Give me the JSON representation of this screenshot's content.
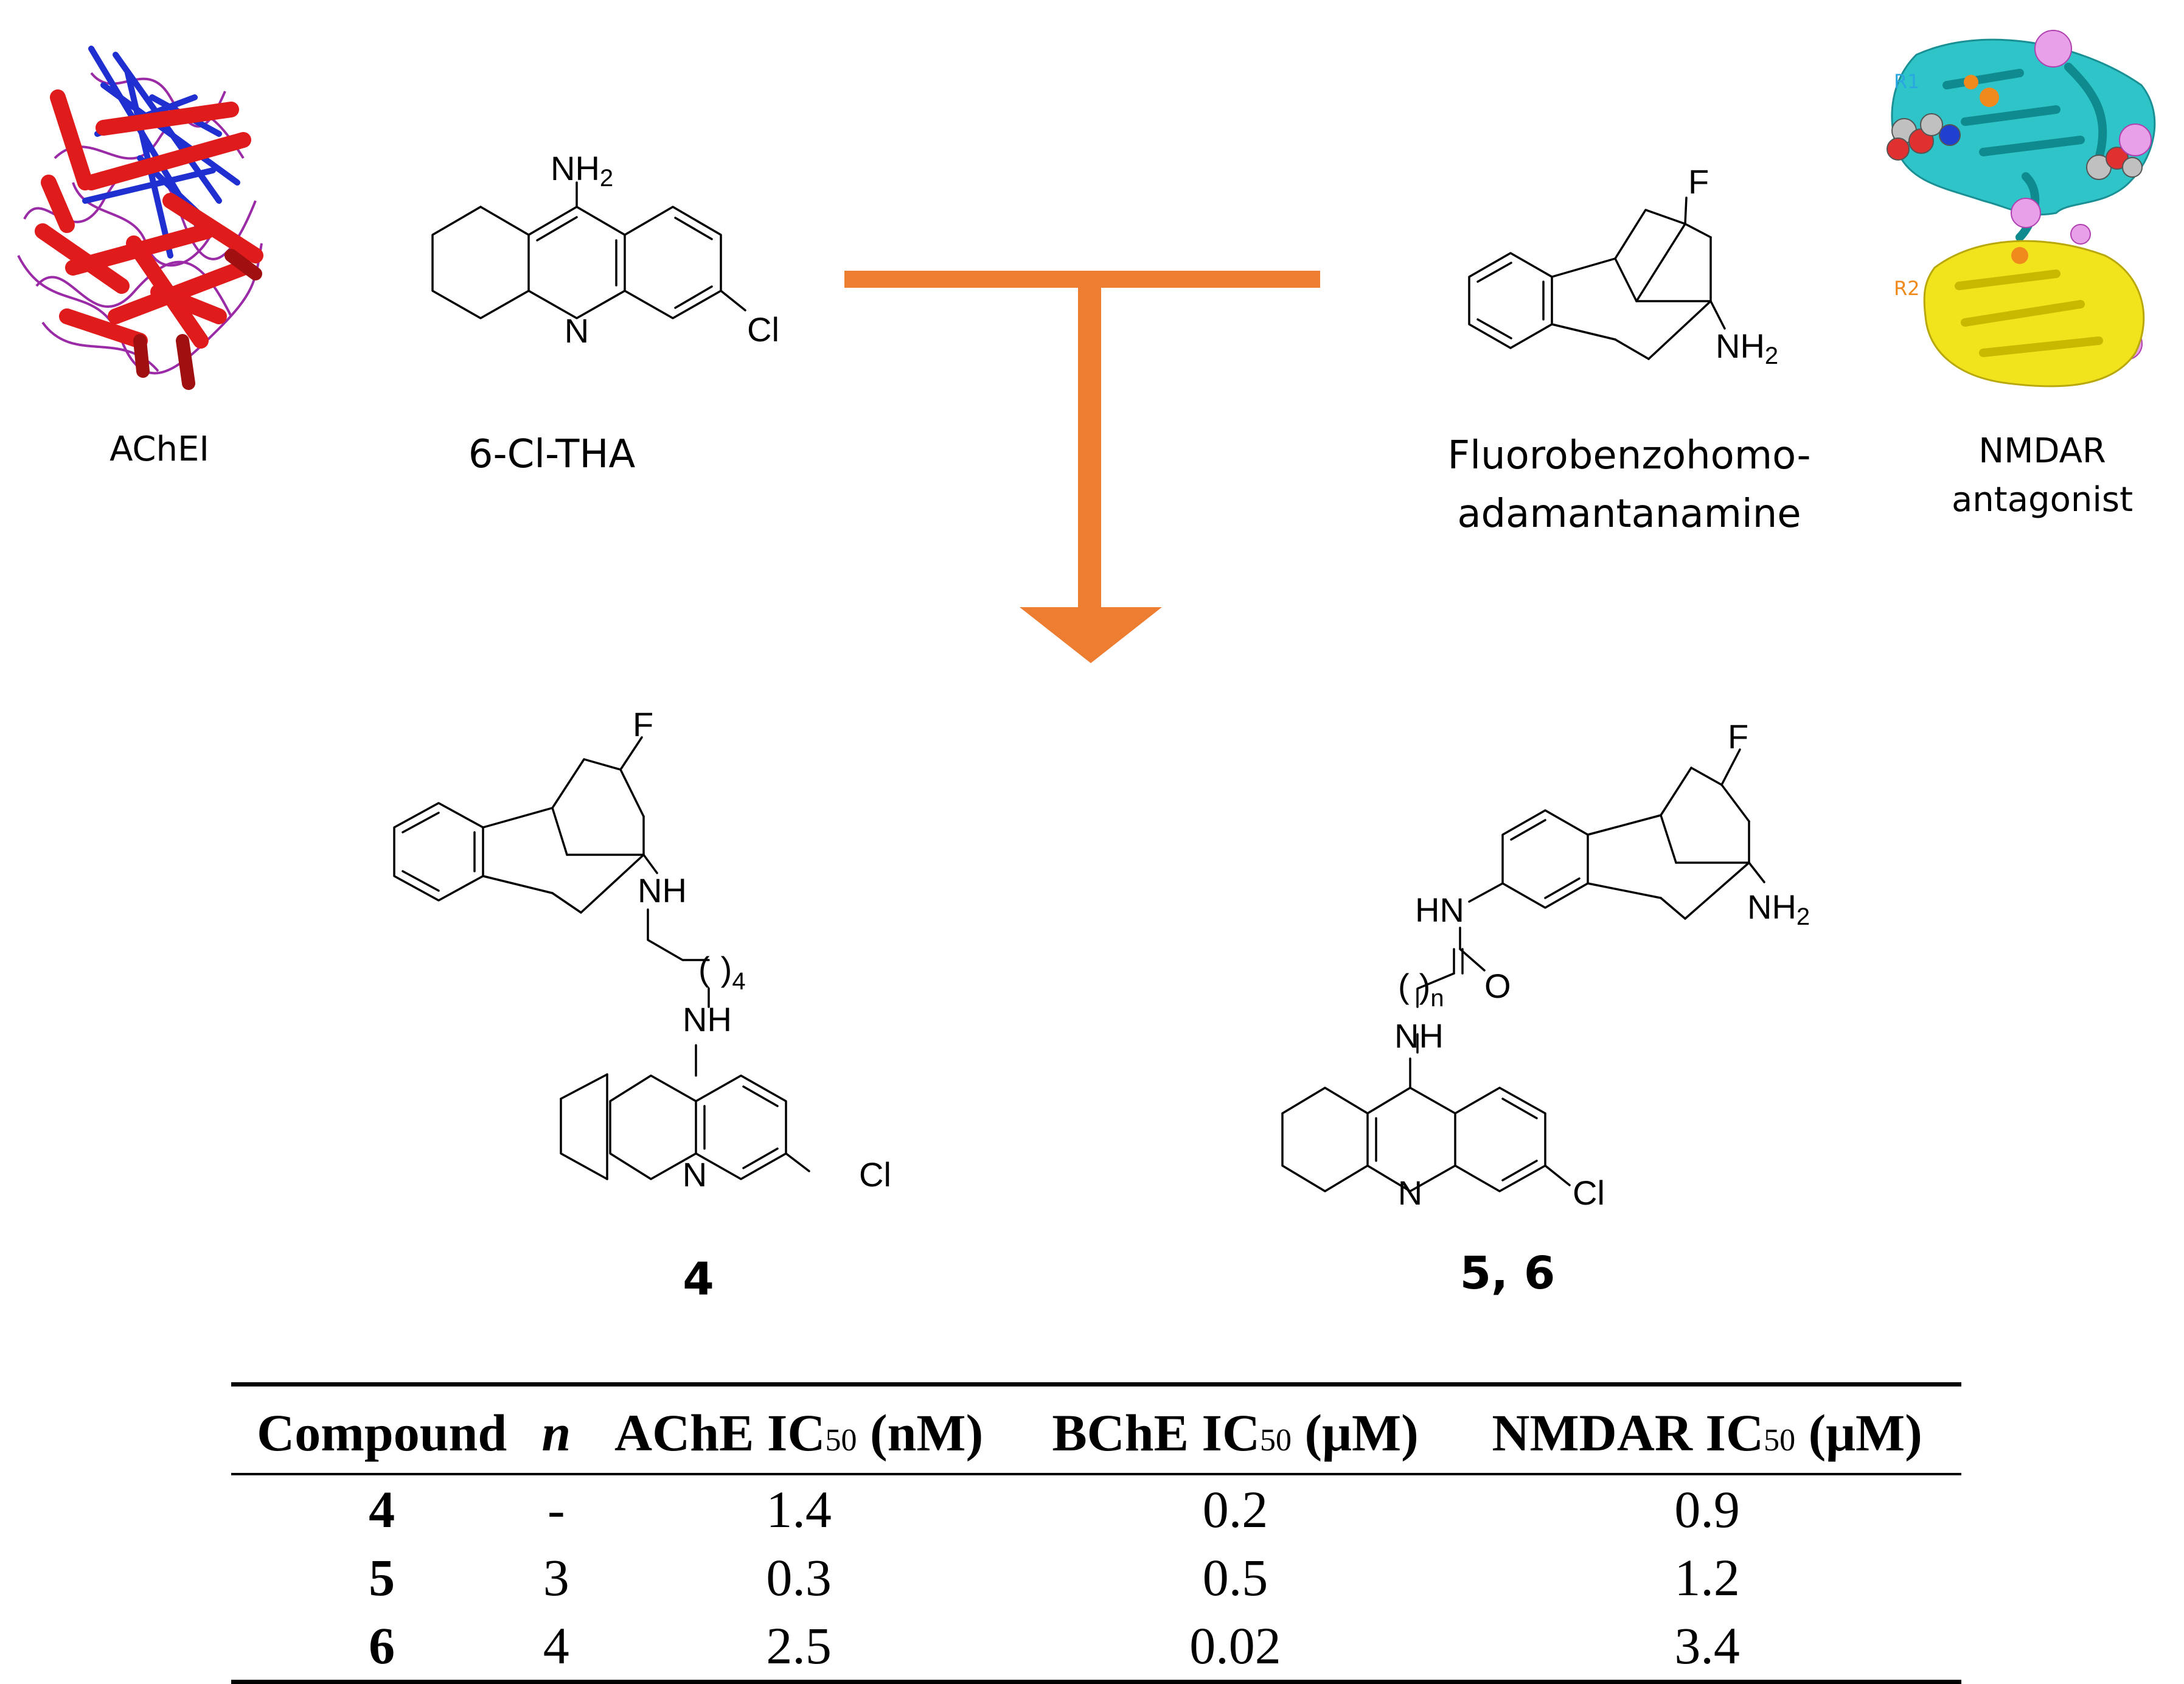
{
  "top": {
    "protein_left_label": "AChEI",
    "compound_left_label": "6-Cl-THA",
    "compound_right_label_line1": "Fluorobenzohomo-",
    "compound_right_label_line2": "adamantanamine",
    "protein_right_label_line1": "NMDAR",
    "protein_right_label_line2": "antagonist",
    "protein_right_r1": "R1",
    "protein_right_r2": "R2",
    "arrow_color": "#ED7D31"
  },
  "atoms": {
    "nh2": "NH",
    "sub2": "2",
    "n": "N",
    "cl": "Cl",
    "f": "F",
    "nh": "NH",
    "hn": "HN",
    "o": "O",
    "paren_open": "(",
    "paren_close": ")",
    "sub4": "4",
    "subn": "n"
  },
  "products": {
    "compound4_label": "4",
    "compound56_label": "5, 6"
  },
  "table": {
    "headers": {
      "compound": "Compound",
      "n": "n",
      "ache": "AChE IC",
      "ache_unit": "(nM)",
      "bche": "BChE IC",
      "bche_unit": "(μM)",
      "nmdar": "NMDAR IC",
      "nmdar_unit": "(μM)",
      "sub50": "50"
    },
    "rows": [
      {
        "compound": "4",
        "n": "-",
        "ache": "1.4",
        "bche": "0.2",
        "nmdar": "0.9"
      },
      {
        "compound": "5",
        "n": "3",
        "ache": "0.3",
        "bche": "0.5",
        "nmdar": "1.2"
      },
      {
        "compound": "6",
        "n": "4",
        "ache": "2.5",
        "bche": "0.02",
        "nmdar": "3.4"
      }
    ]
  }
}
